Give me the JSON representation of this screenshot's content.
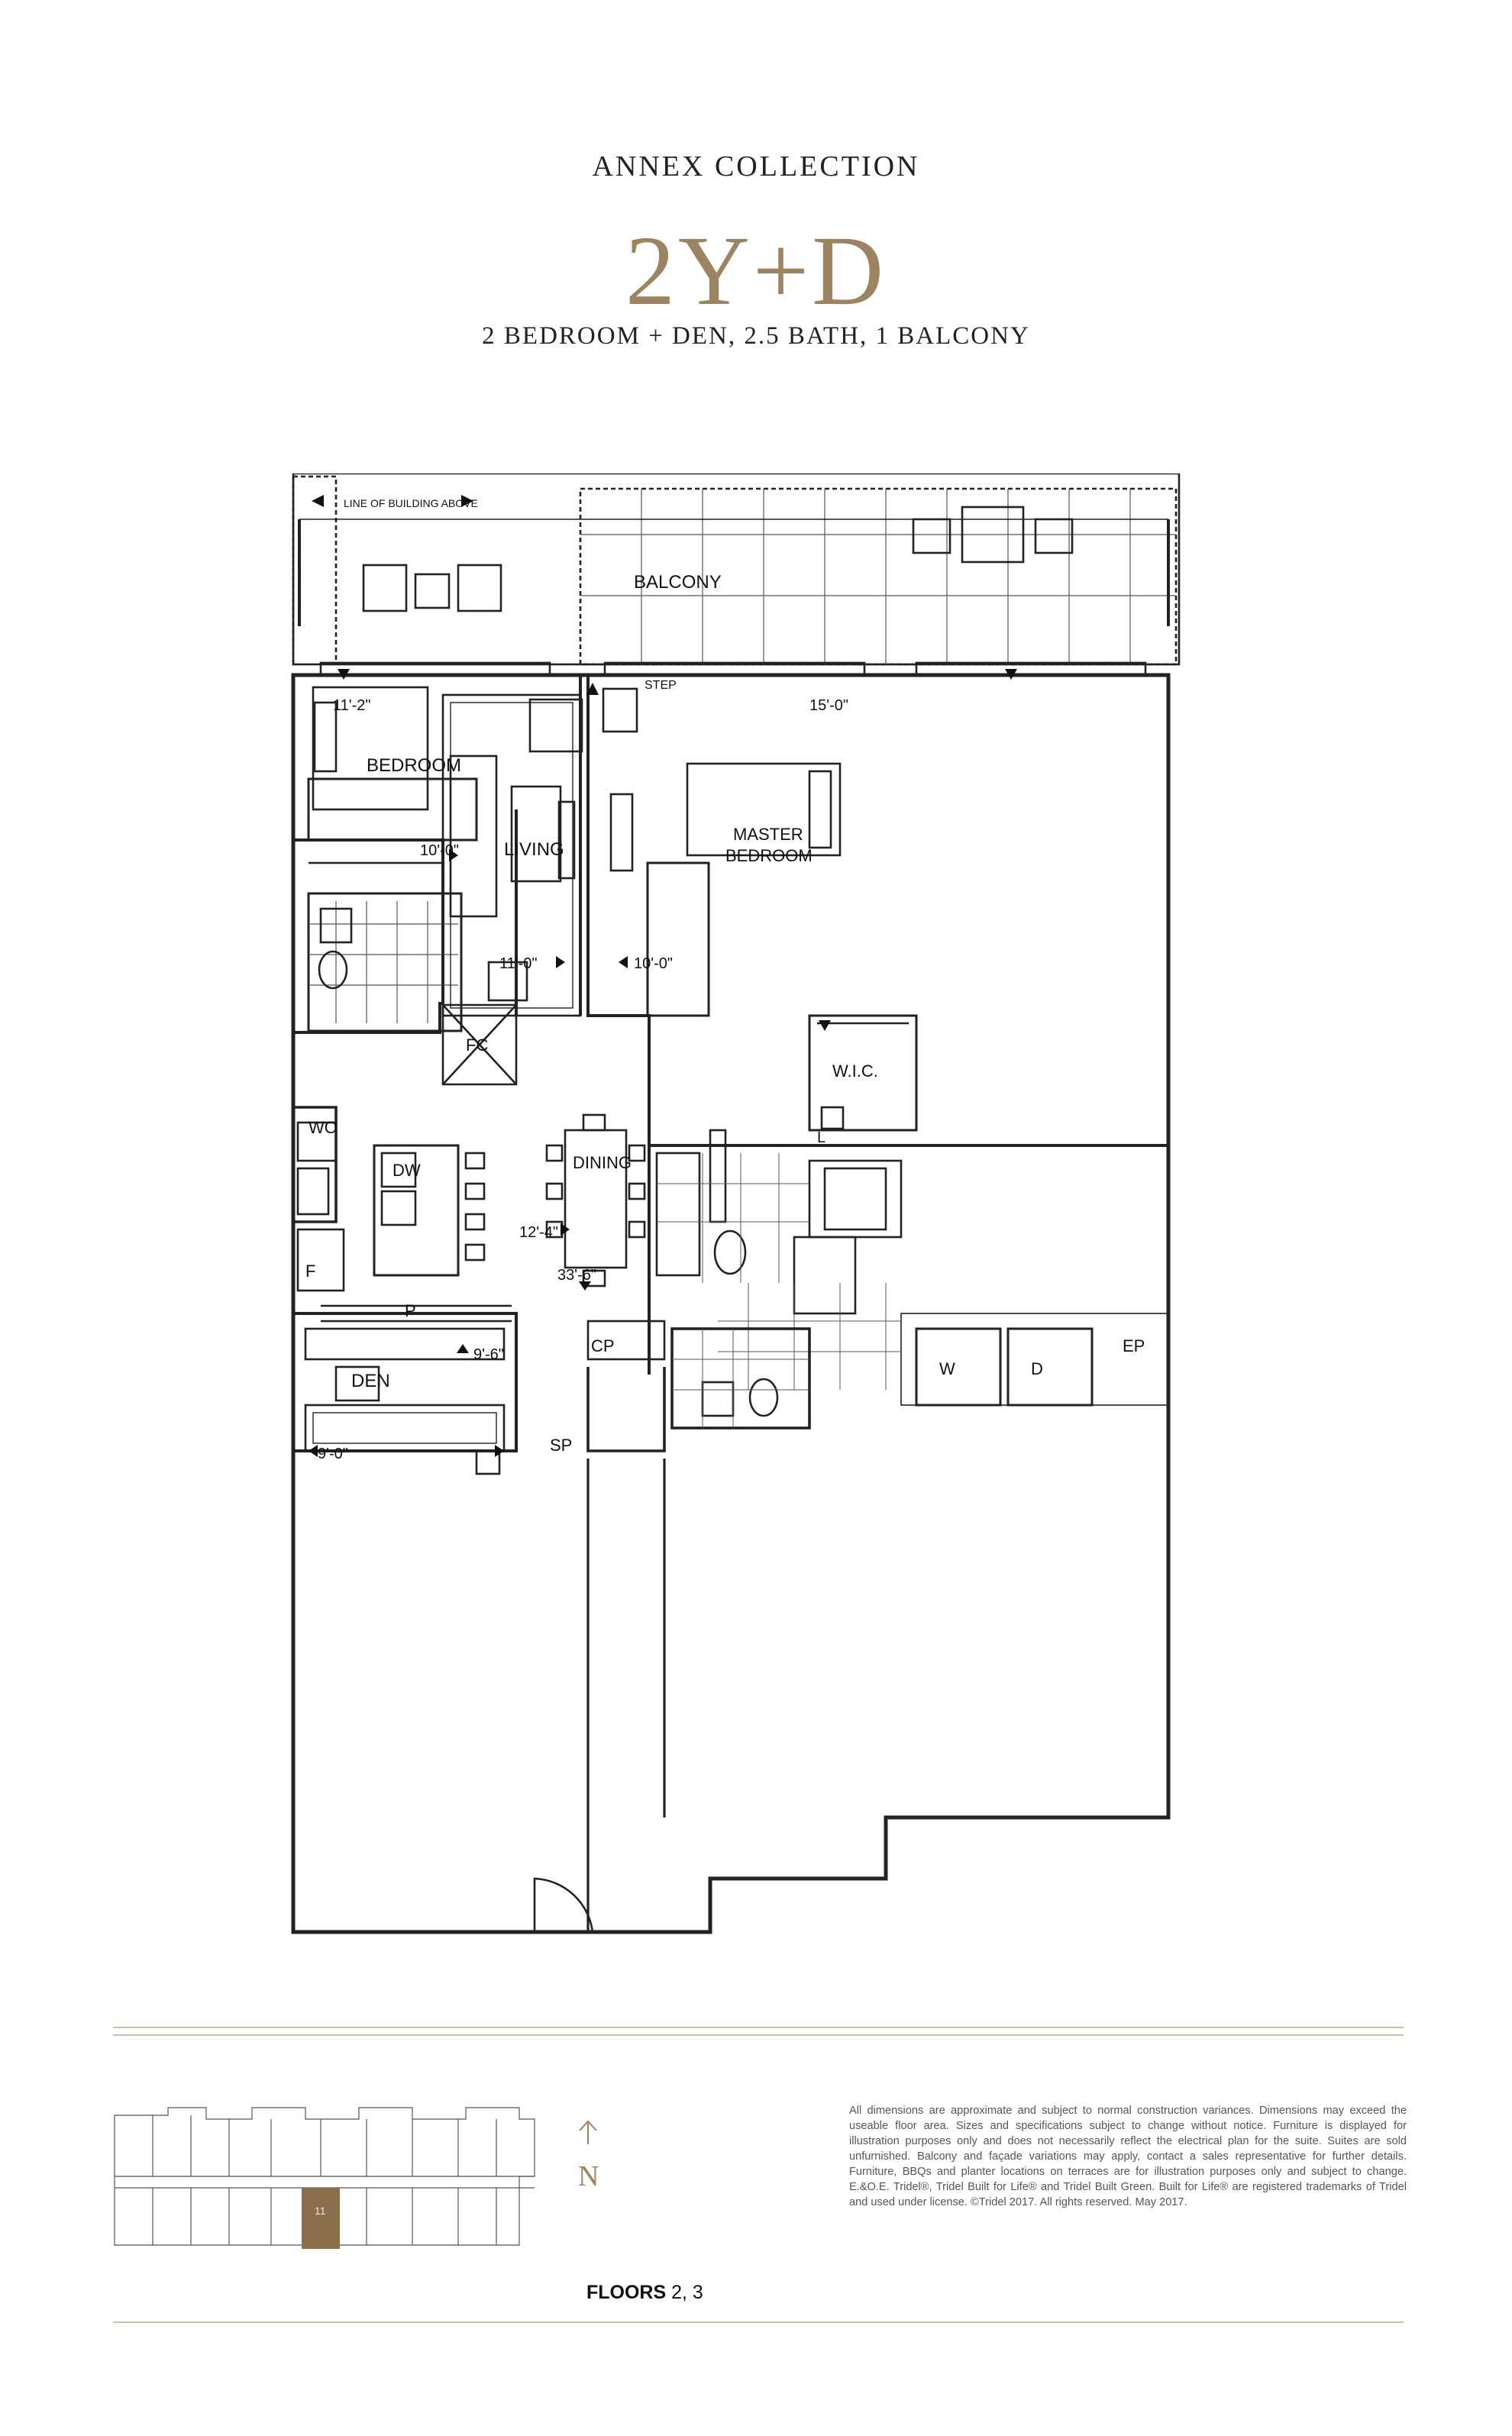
{
  "header": {
    "collection": "ANNEX COLLECTION",
    "unit": "2Y+D",
    "description": "2 BEDROOM + DEN, 2.5 BATH, 1 BALCONY"
  },
  "plan": {
    "balcony": "BALCONY",
    "building_line": "LINE OF BUILDING ABOVE",
    "step": "STEP",
    "rooms": {
      "bedroom": "BEDROOM",
      "living": "LIVING",
      "master_1": "MASTER",
      "master_2": "BEDROOM",
      "wic": "W.I.C.",
      "dining": "DINING",
      "den": "DEN"
    },
    "fixtures": {
      "fc": "FC",
      "wo": "WO",
      "dw": "DW",
      "f": "F",
      "p": "P",
      "cp": "CP",
      "ep": "EP",
      "w": "W",
      "d": "D",
      "l": "L",
      "sp": "SP"
    },
    "dims": {
      "bed_w": "11'-2\"",
      "bed_d": "10'-0\"",
      "master_w": "15'-0\"",
      "master_d": "10'-0\"",
      "living_w": "11'-0\"",
      "dining": "12'-4\"",
      "depth": "33'-6\"",
      "den_d": "9'-6\"",
      "den_w": "9'-0\""
    }
  },
  "keyplan": {
    "suite_number": "11",
    "compass": "N",
    "floors_label": "FLOORS",
    "floors_values": "2, 3"
  },
  "disclaimer": "All dimensions are approximate and subject to normal construction variances. Dimensions may exceed the useable floor area. Sizes and specifications subject to change without notice. Furniture is displayed for illustration purposes only and does not necessarily reflect the electrical plan for the suite. Suites are sold unfurnished. Balcony and façade variations may apply, contact a sales representative for further details. Furniture, BBQs and planter locations on terraces are for illustration purposes only and subject to change. E.&O.E. Tridel®, Tridel Built for Life® and Tridel Built Green. Built for Life® are registered trademarks of Tridel and used under license. ©Tridel 2017. All rights reserved. May 2017.",
  "colors": {
    "accent": "#9c8362",
    "suite_highlight": "#8b6f4c",
    "rule": "#c9c1ad"
  }
}
